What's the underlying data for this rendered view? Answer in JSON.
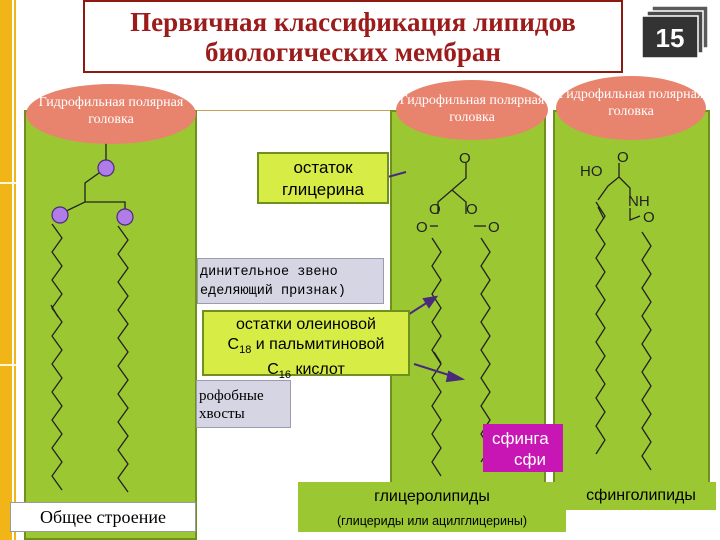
{
  "title": {
    "line1": "Первичная классификация липидов",
    "line2": "биологических мембран"
  },
  "slide_number": "15",
  "heads": {
    "general": "Гидрофильная полярная головка",
    "glycero": "Гидрофильная полярная головка",
    "sphingo": "Гидрофильная полярная головка"
  },
  "callouts": {
    "glycerol_residue": "остаток глицерина",
    "linking_unit_line1": "динительное звено",
    "linking_unit_line2": "еделяющий  признак)",
    "fatty_acids_line1": "остатки олеиновой",
    "fatty_acids_line2_prefix": "C",
    "fatty_acids_line2_sub": "18",
    "fatty_acids_line2_suffix": " и пальмитиновой",
    "fatty_acids_line3_prefix": "C",
    "fatty_acids_line3_sub": "16",
    "fatty_acids_line3_suffix": " кислот",
    "hydrophobic_line1": "рофобные",
    "hydrophobic_line2": "хвосты",
    "sphingosine_line1": "сфинга",
    "sphingosine_line2": "сфи"
  },
  "chem": {
    "glycero_top_o": "O",
    "glycero_o_left": "O",
    "glycero_o_mid": "O",
    "glycero_o_right": "O",
    "sphingo_top_o": "O",
    "sphingo_ho": "HO",
    "sphingo_nh": "NH",
    "sphingo_o": "O"
  },
  "labels": {
    "general": "Общее строение",
    "glycerolipids": "глицеролипиды",
    "glycerolipids_sub": "(глицериды  или  ацилглицерины)",
    "sphingolipids": "сфинголипиды"
  },
  "colors": {
    "panel_green": "#9bc832",
    "head_salmon": "#e8836e",
    "title_red": "#9c1b1b",
    "accent_magenta": "#c816b4",
    "sidebar_gold": "#f2b517",
    "bead_purple": "#b07ce8"
  }
}
